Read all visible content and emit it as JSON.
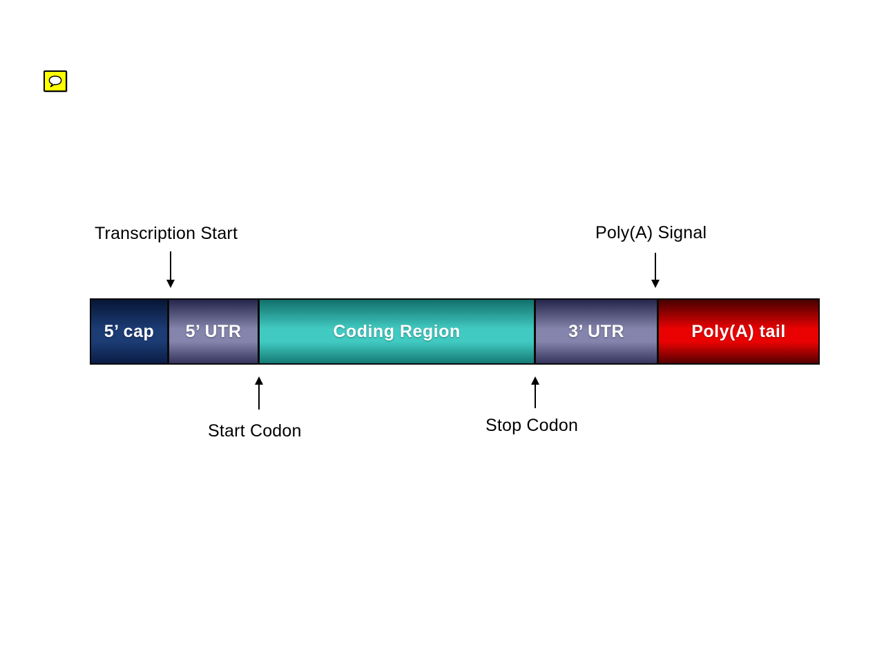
{
  "comment_icon": {
    "name": "speech-bubble",
    "fill_color": "#ffff00",
    "border_color": "#000000"
  },
  "diagram": {
    "bar": {
      "label_color": "#ffffff",
      "border_color": "#0a0a0a",
      "segments": [
        {
          "label": "5’ cap",
          "colors": {
            "top": "#071636",
            "mid": "#1c3c74",
            "bottom": "#0b1d45"
          }
        },
        {
          "label": "5’ UTR",
          "colors": {
            "top": "#26264c",
            "mid": "#8484ac",
            "bottom": "#34345c"
          }
        },
        {
          "label": "Coding Region",
          "colors": {
            "top": "#11706b",
            "mid": "#41cac1",
            "bottom": "#157a74"
          }
        },
        {
          "label": "3’ UTR",
          "colors": {
            "top": "#26264c",
            "mid": "#8484ac",
            "bottom": "#34345c"
          }
        },
        {
          "label": "Poly(A) tail",
          "colors": {
            "top": "#470000",
            "mid": "#ea0202",
            "bottom": "#570000"
          }
        }
      ]
    },
    "annotations": {
      "transcription_start": "Transcription Start",
      "polya_signal": "Poly(A) Signal",
      "start_codon": "Start Codon",
      "stop_codon": "Stop Codon"
    }
  }
}
